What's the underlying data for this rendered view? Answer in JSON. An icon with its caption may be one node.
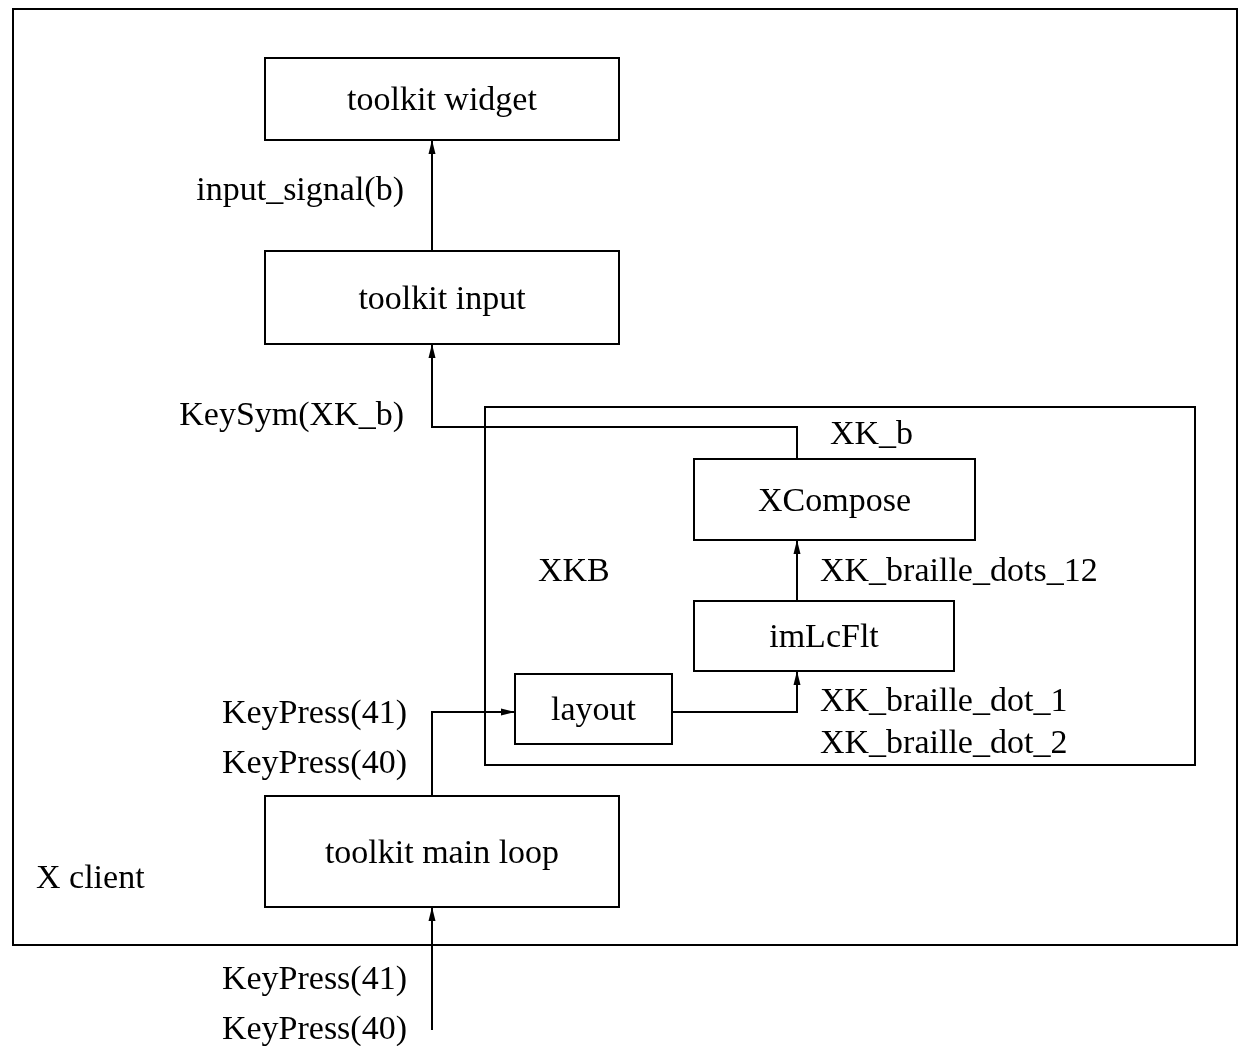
{
  "diagram": {
    "nodes": [
      {
        "text": [
          "X client"
        ]
      },
      {
        "text": [
          "toolkit widget"
        ],
        "in": 0
      },
      {
        "text": [
          "toolkit input"
        ],
        "in": 0
      },
      {
        "text": [
          "XKB"
        ],
        "in": 0
      },
      {
        "text": [
          "XCompose"
        ],
        "in": 3
      },
      {
        "text": [
          "imLcFlt"
        ],
        "in": 3
      },
      {
        "text": [
          "layout"
        ],
        "in": 3
      },
      {
        "text": [
          "toolkit main loop"
        ],
        "in": 0
      }
    ],
    "edges": [
      {
        "from": null,
        "to": 7,
        "arrow": "to",
        "label": "KeyPress(41) KeyPress(40)"
      },
      {
        "from": 7,
        "to": 6,
        "arrow": "to",
        "label": "KeyPress(41) KeyPress(40)"
      },
      {
        "from": 6,
        "to": 5,
        "arrow": "to",
        "label": "XK_braille_dot_1 XK_braille_dot_2"
      },
      {
        "from": 5,
        "to": 4,
        "arrow": "to",
        "label": "XK_braille_dots_12"
      },
      {
        "from": 4,
        "to": 2,
        "arrow": "to",
        "label": "KeySym(XK_b)"
      },
      {
        "from": 2,
        "to": 1,
        "arrow": "to",
        "label": "input_signal(b)"
      }
    ],
    "labels": [
      "XK_b"
    ]
  }
}
